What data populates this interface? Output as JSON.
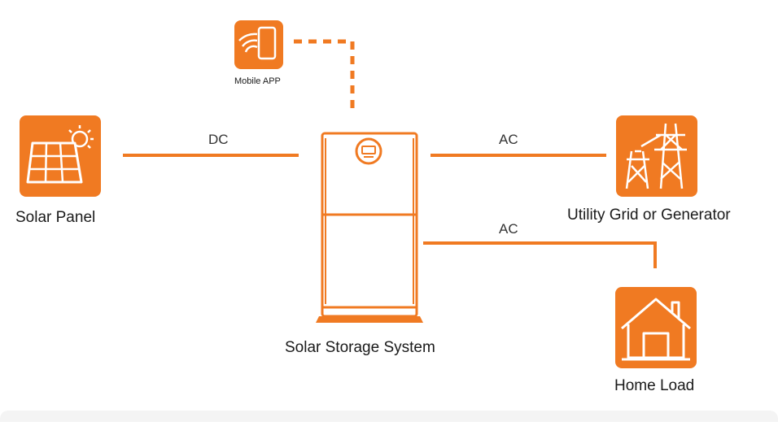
{
  "diagram": {
    "colors": {
      "accent": "#f07a22",
      "line": "#f07a22",
      "text": "#1a1a1a",
      "background": "#ffffff"
    },
    "nodes": {
      "mobile_app": {
        "label": "Mobile APP",
        "icon": "smartphone-wifi-icon"
      },
      "solar_panel": {
        "label": "Solar Panel",
        "icon": "solar-panel-sun-icon"
      },
      "storage": {
        "label": "Solar Storage System",
        "icon": "battery-cabinet-icon"
      },
      "grid": {
        "label": "Utility Grid or Generator",
        "icon": "power-tower-icon"
      },
      "home": {
        "label": "Home Load",
        "icon": "house-icon"
      }
    },
    "links": {
      "solar_to_storage": {
        "label": "DC"
      },
      "storage_to_grid": {
        "label": "AC"
      },
      "storage_to_home": {
        "label": "AC"
      },
      "app_to_storage": {
        "label": ""
      }
    }
  }
}
